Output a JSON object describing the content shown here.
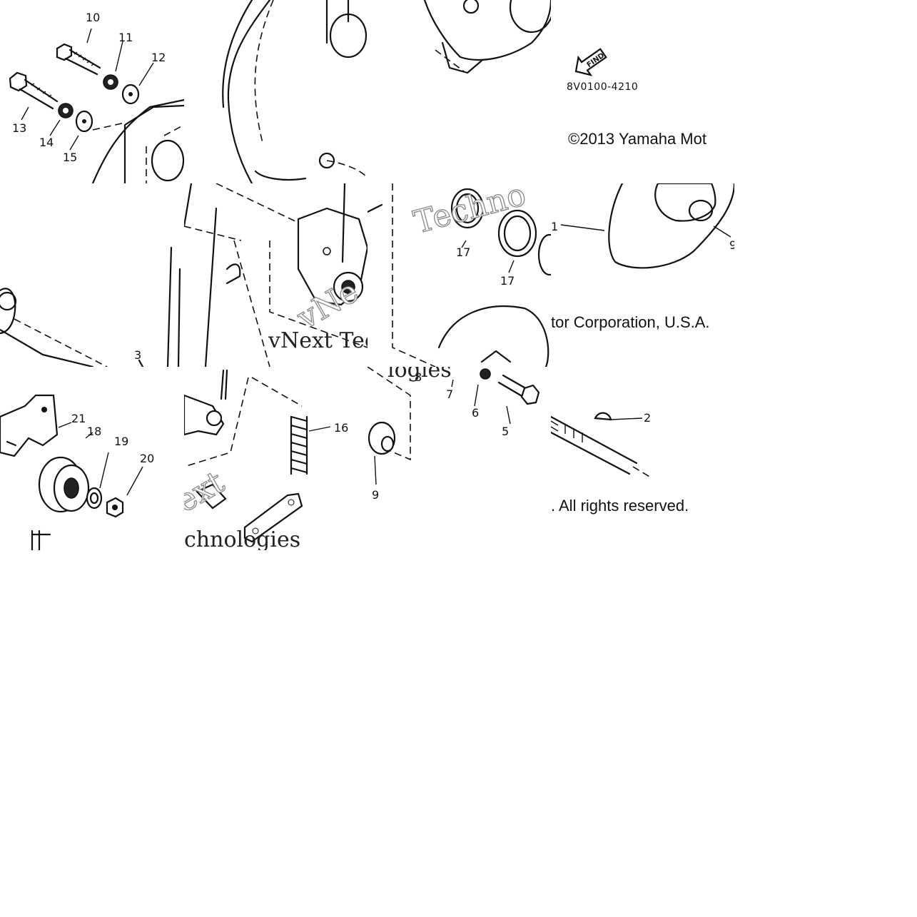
{
  "diagram": {
    "part_code": "8V0100-4210",
    "find_label": "FIND",
    "copyright_parts": [
      "©2013 Yamaha Mot",
      "tor Corporation, U.S.A.",
      ". All rights reserved."
    ],
    "watermark_parts": [
      "Techno",
      "vNext Tec",
      "logies",
      "ext",
      "chnologies",
      "vNe"
    ],
    "callouts": {
      "c10": "10",
      "c11": "11",
      "c12": "12",
      "c13": "13",
      "c14": "14",
      "c15": "15",
      "c3": "3",
      "c17a": "17",
      "c17b": "17",
      "c1": "1",
      "c9a": "9",
      "c21": "21",
      "c18": "18",
      "c19": "19",
      "c20": "20",
      "c16": "16",
      "c9b": "9",
      "c8": "8",
      "c7": "7",
      "c6": "6",
      "c5": "5",
      "c2": "2"
    }
  }
}
